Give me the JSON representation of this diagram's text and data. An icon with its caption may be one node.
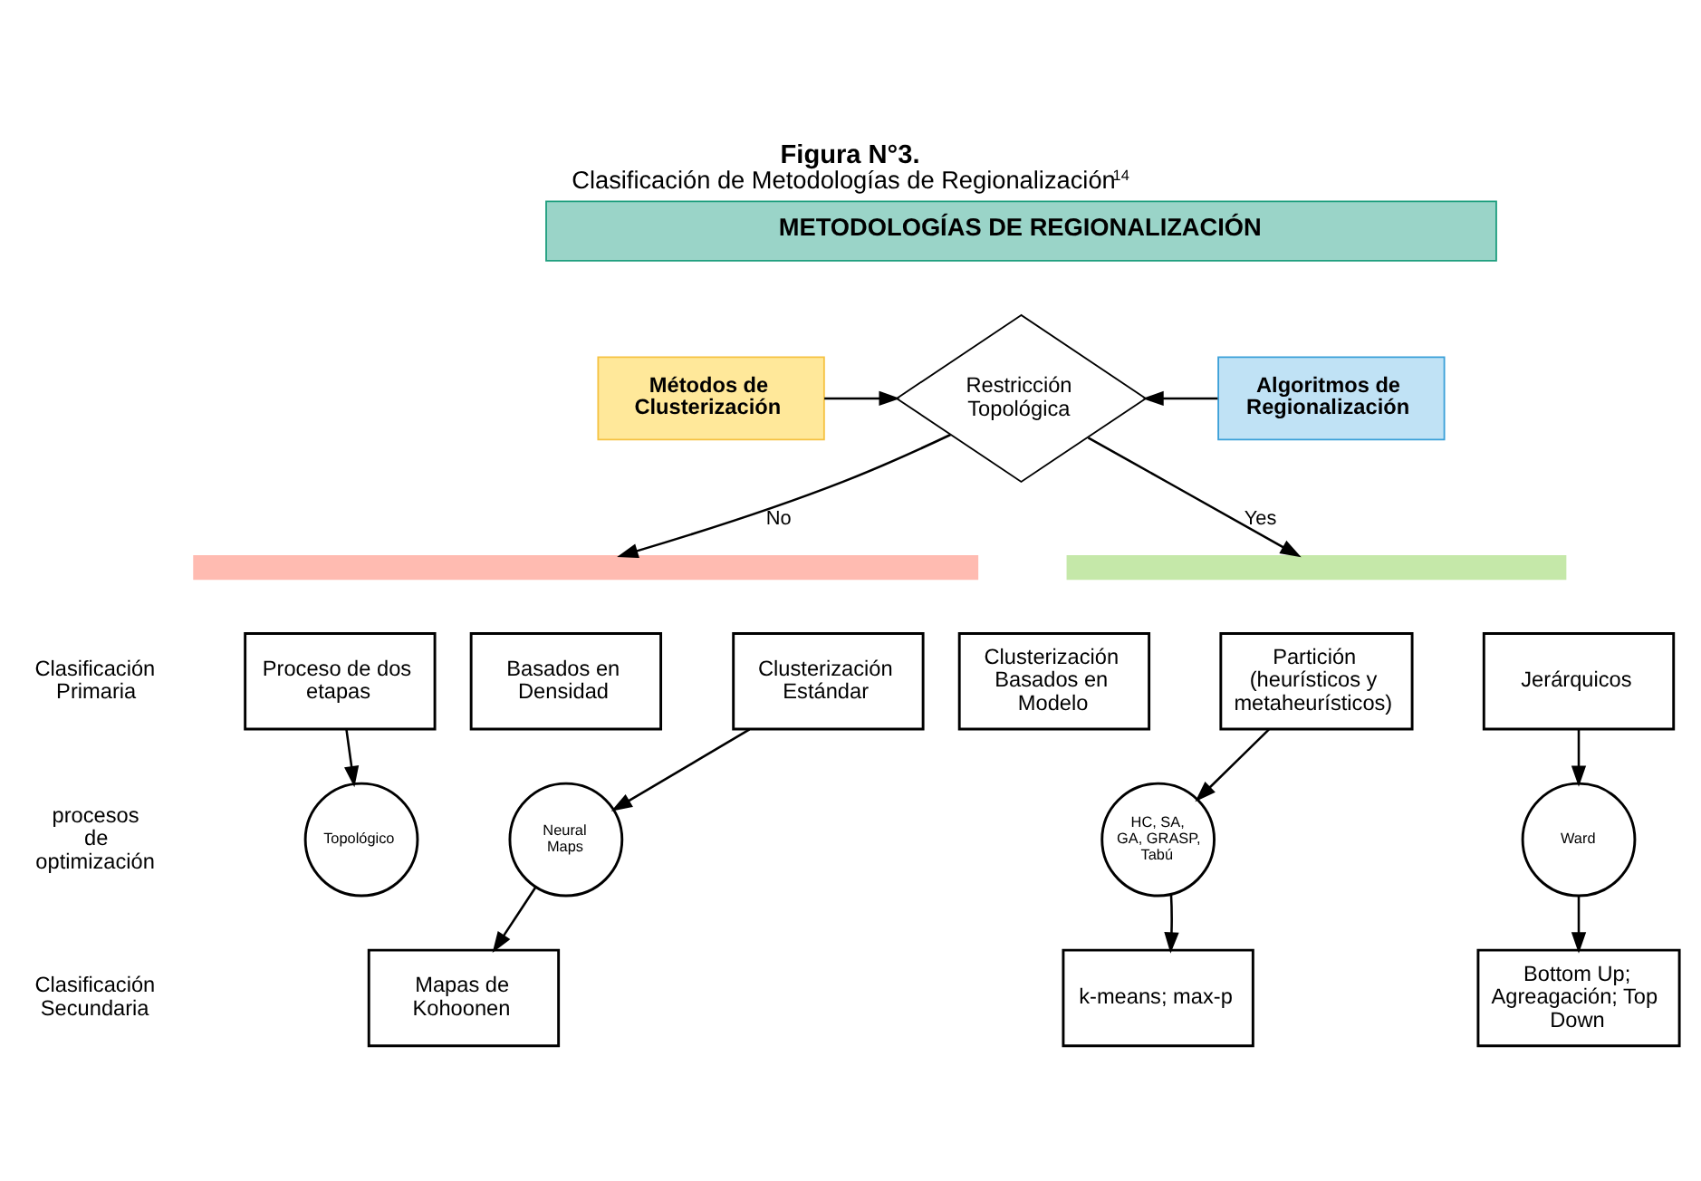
{
  "diagram": {
    "title": "Figura N°3.",
    "caption": "Clasificación de Metodologías de Regionalización$^{14}$",
    "nodes": [
      {
        "text": [
          "METODOLOGÍAS DE REGIONALIZACIÓN"
        ]
      },
      {
        "text": [
          "Métodos de Clusterización"
        ]
      },
      {
        "text": [
          "Algoritmos de Regionalización"
        ]
      },
      {
        "text": [
          "Restricción Topológica"
        ]
      },
      {
        "text": [],
        "shape": "bar"
      },
      {
        "text": [],
        "shape": "bar"
      },
      {
        "text": [
          "Proceso de dos etapas"
        ]
      },
      {
        "text": [
          "Clusterización Estándar"
        ]
      },
      {
        "text": [
          "Basados en Densidad"
        ]
      },
      {
        "text": [
          "Clusterización Basados en Modelo"
        ]
      },
      {
        "text": [
          "Partición (heurísticos y metaheurísticos)"
        ]
      },
      {
        "text": [
          "Jerárquicos"
        ]
      },
      {
        "text": [
          "Topológico"
        ]
      },
      {
        "text": [
          "Neural Maps"
        ]
      },
      {
        "text": [
          "HC, SA, GA, GRASP, Tabú"
        ]
      },
      {
        "text": [
          "Ward"
        ]
      },
      {
        "text": [
          "Mapas de Kohoonen"
        ]
      },
      {
        "text": [
          "k-means; max-p"
        ]
      },
      {
        "text": [
          "Bottom Up; Agreagación; Top Down"
        ]
      }
    ],
    "edges": [
      {
        "from": 1,
        "to": 3,
        "arrow": "to"
      },
      {
        "from": 2,
        "to": 3,
        "arrow": "to"
      },
      {
        "from": 3,
        "to": 4,
        "arrow": "to",
        "label": "No"
      },
      {
        "from": 3,
        "to": 5,
        "arrow": "to",
        "label": "Yes"
      },
      {
        "from": 6,
        "to": 12,
        "arrow": "to"
      },
      {
        "from": 7,
        "to": 13,
        "arrow": "to"
      },
      {
        "from": 13,
        "to": 16,
        "arrow": "to"
      },
      {
        "from": 10,
        "to": 14,
        "arrow": "to"
      },
      {
        "from": 14,
        "to": 17,
        "arrow": "to"
      },
      {
        "from": 11,
        "to": 15,
        "arrow": "to"
      },
      {
        "from": 15,
        "to": 18,
        "arrow": "to"
      }
    ],
    "labels": [
      "Clasificación Primaria",
      "procesos de optimización",
      "Clasificación Secundaria"
    ]
  }
}
